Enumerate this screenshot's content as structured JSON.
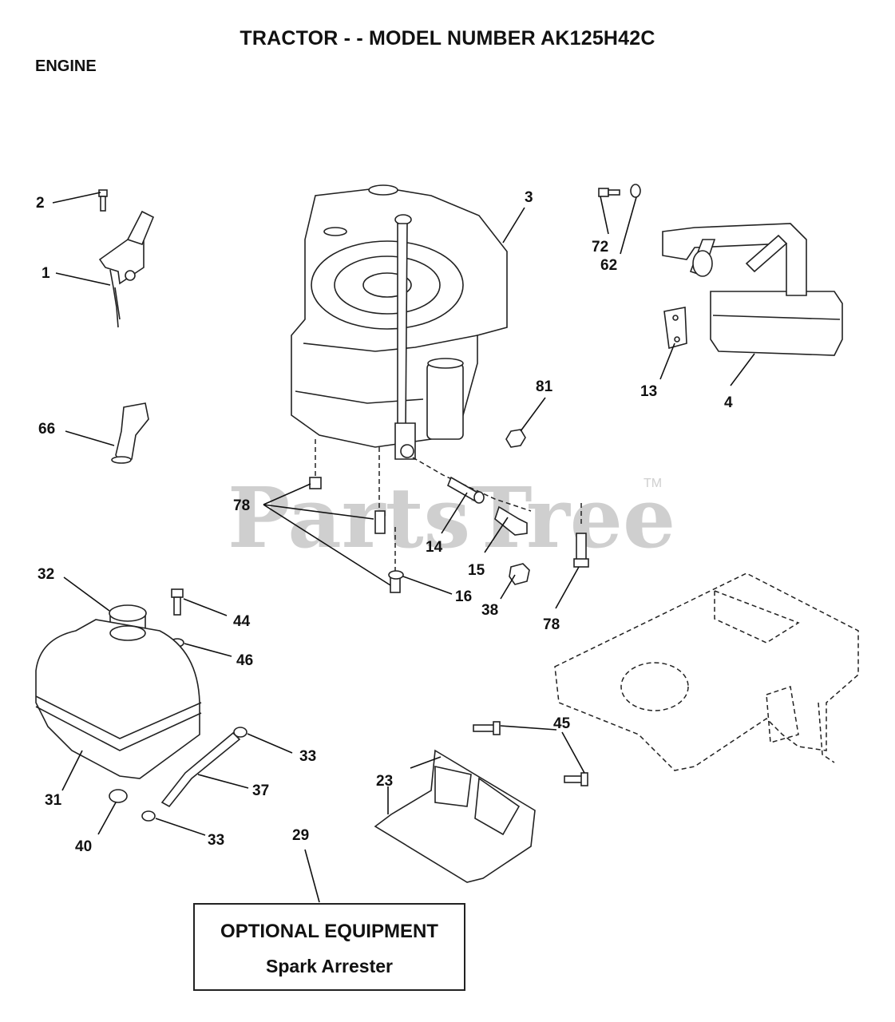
{
  "title": "TRACTOR - - MODEL NUMBER AK125H42C",
  "section": "ENGINE",
  "watermark": {
    "text": "PartsTree",
    "tm": "TM"
  },
  "callouts": {
    "c1": "1",
    "c2": "2",
    "c3": "3",
    "c4": "4",
    "c13": "13",
    "c14": "14",
    "c15": "15",
    "c16": "16",
    "c23": "23",
    "c29": "29",
    "c31": "31",
    "c32": "32",
    "c33a": "33",
    "c33b": "33",
    "c37": "37",
    "c38": "38",
    "c40": "40",
    "c44": "44",
    "c45": "45",
    "c46": "46",
    "c62": "62",
    "c66": "66",
    "c72": "72",
    "c78a": "78",
    "c78b": "78",
    "c81": "81"
  },
  "optional_box": {
    "title": "OPTIONAL EQUIPMENT",
    "subtitle": "Spark Arrester"
  }
}
